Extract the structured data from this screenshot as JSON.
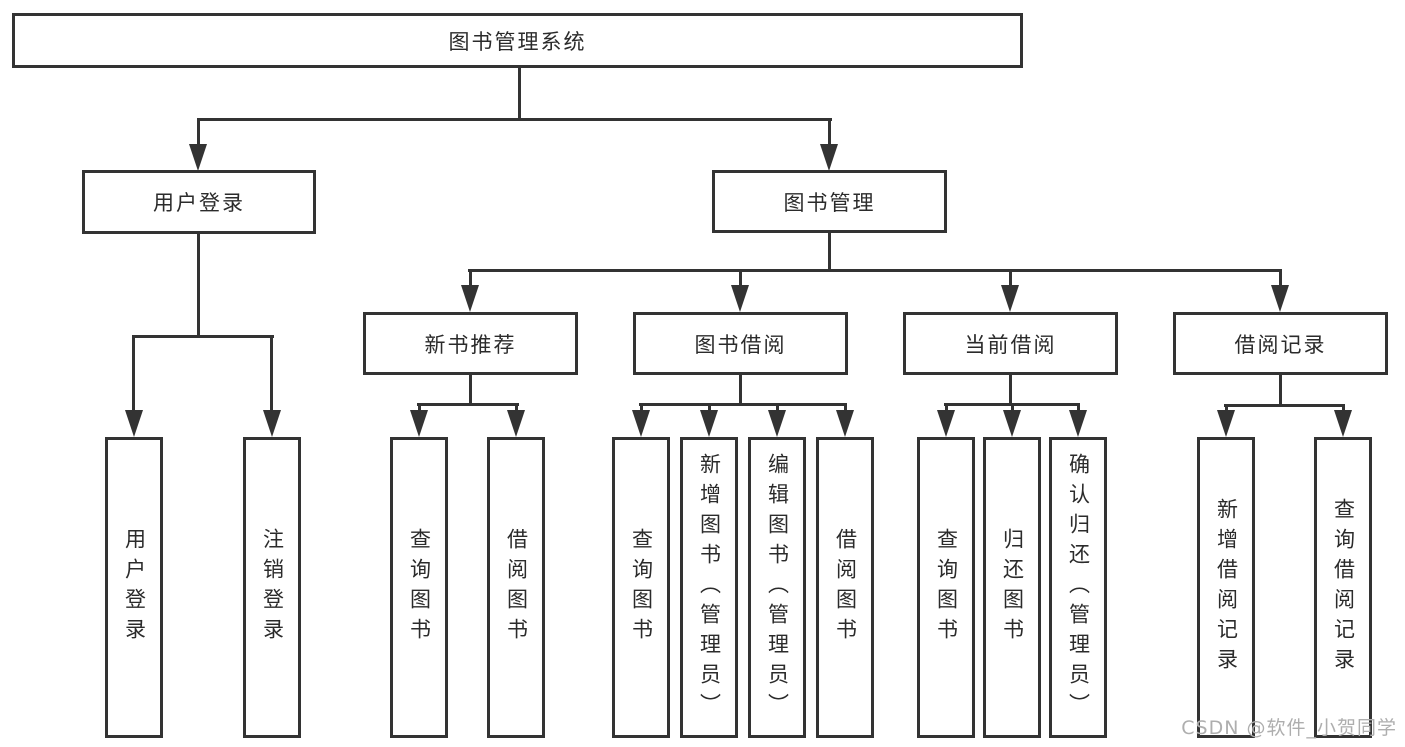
{
  "tree": {
    "root": {
      "label": "图书管理系统"
    },
    "branches": [
      {
        "label": "用户登录",
        "children": [
          {
            "label": "用户登录"
          },
          {
            "label": "注销登录"
          }
        ]
      },
      {
        "label": "图书管理",
        "children": [
          {
            "label": "新书推荐",
            "children": [
              {
                "label": "查询图书"
              },
              {
                "label": "借阅图书"
              }
            ]
          },
          {
            "label": "图书借阅",
            "children": [
              {
                "label": "查询图书"
              },
              {
                "label": "新增图书（管理员）"
              },
              {
                "label": "编辑图书（管理员）"
              },
              {
                "label": "借阅图书"
              }
            ]
          },
          {
            "label": "当前借阅",
            "children": [
              {
                "label": "查询图书"
              },
              {
                "label": "归还图书"
              },
              {
                "label": "确认归还（管理员）"
              }
            ]
          },
          {
            "label": "借阅记录",
            "children": [
              {
                "label": "新增借阅记录"
              },
              {
                "label": "查询借阅记录"
              }
            ]
          }
        ]
      }
    ]
  },
  "watermark": {
    "text": "CSDN @软件_小贺同学"
  },
  "colors": {
    "line": "#333333",
    "text": "#2b2b2b",
    "watermark": "#aeaeae",
    "background": "#ffffff"
  }
}
